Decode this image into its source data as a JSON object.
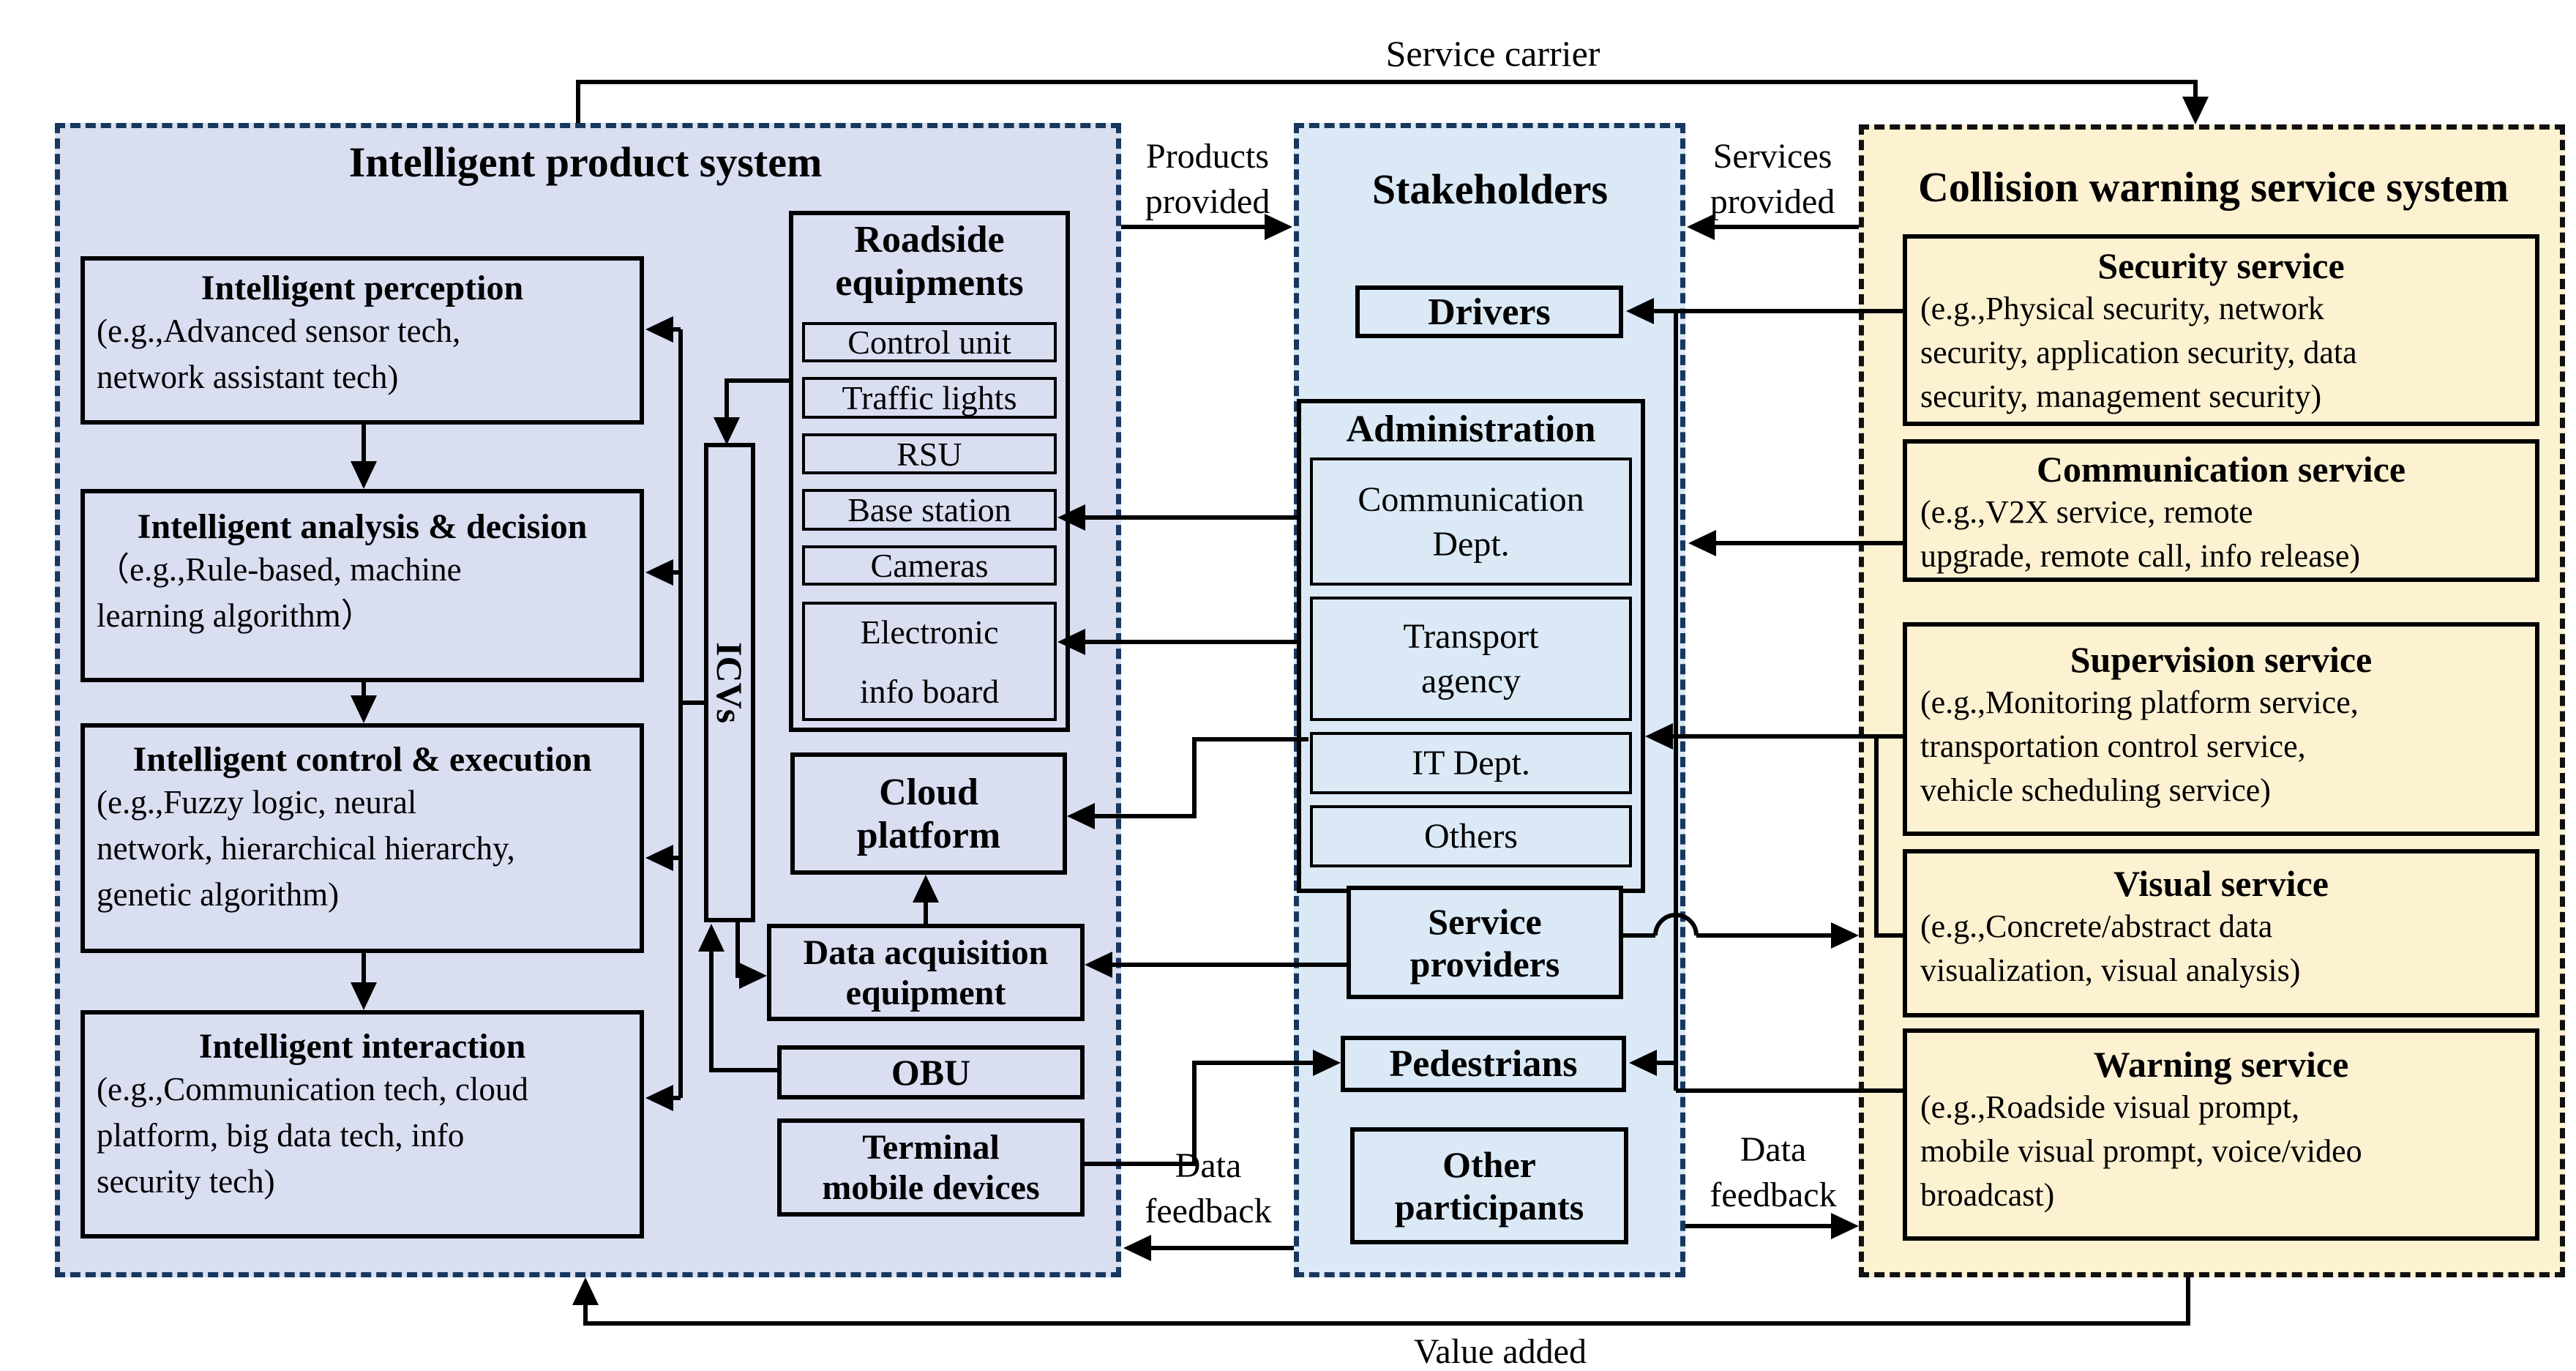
{
  "product": {
    "title": "Intelligent product system",
    "perception": {
      "title": "Intelligent perception",
      "lines": [
        "(e.g.,Advanced sensor tech,",
        "network assistant tech)"
      ]
    },
    "analysis": {
      "title": "Intelligent analysis & decision",
      "lines": [
        "（e.g.,Rule-based, machine",
        "learning algorithm）"
      ]
    },
    "control": {
      "title": "Intelligent control & execution",
      "lines": [
        "(e.g.,Fuzzy logic, neural",
        "network, hierarchical hierarchy,",
        "genetic algorithm)"
      ]
    },
    "interaction": {
      "title": "Intelligent interaction",
      "lines": [
        "(e.g.,Communication tech, cloud",
        "platform, big data tech, info",
        "security tech)"
      ]
    },
    "icvs": "ICVs",
    "roadside": {
      "title": [
        "Roadside",
        "equipments"
      ],
      "items": [
        "Control unit",
        "Traffic lights",
        "RSU",
        "Base station",
        "Cameras"
      ],
      "electronic": [
        "Electronic",
        "info board"
      ]
    },
    "cloud": [
      "Cloud",
      "platform"
    ],
    "data_acquisition": [
      "Data acquisition",
      "equipment"
    ],
    "obu": "OBU",
    "terminal": [
      "Terminal",
      "mobile devices"
    ]
  },
  "stakeholders": {
    "title": "Stakeholders",
    "drivers": "Drivers",
    "administration": {
      "title": "Administration",
      "communication": [
        "Communication",
        "Dept."
      ],
      "transport": [
        "Transport",
        "agency"
      ],
      "it": "IT Dept.",
      "others": "Others"
    },
    "service_providers": [
      "Service",
      "providers"
    ],
    "pedestrians": "Pedestrians",
    "other_participants": [
      "Other",
      "participants"
    ]
  },
  "service": {
    "title": "Collision warning service system",
    "security": {
      "title": "Security service",
      "lines": [
        "(e.g.,Physical security, network",
        "security, application security, data",
        "security, management security)"
      ]
    },
    "communication": {
      "title": "Communication service",
      "lines": [
        "(e.g.,V2X service, remote",
        "upgrade, remote call, info release)"
      ]
    },
    "supervision": {
      "title": "Supervision service",
      "lines": [
        "(e.g.,Monitoring platform service,",
        "transportation control service,",
        "vehicle scheduling service)"
      ]
    },
    "visual": {
      "title": "Visual service",
      "lines": [
        "(e.g.,Concrete/abstract data",
        "visualization, visual analysis)"
      ]
    },
    "warning": {
      "title": "Warning service",
      "lines": [
        "(e.g.,Roadside visual prompt,",
        "mobile visual prompt, voice/video",
        "broadcast)"
      ]
    }
  },
  "labels": {
    "service_carrier": "Service carrier",
    "value_added": "Value added",
    "products_provided": [
      "Products",
      "provided"
    ],
    "services_provided": [
      "Services",
      "provided"
    ],
    "data_feedback_left": [
      "Data",
      "feedback"
    ],
    "data_feedback_right": [
      "Data",
      "feedback"
    ]
  },
  "colors": {
    "product_fill": "#d9def1",
    "stakeholders_fill": "#dbe9f6",
    "service_fill": "#fcf1d1",
    "dash_navy": "#17375e",
    "line": "#000000"
  }
}
